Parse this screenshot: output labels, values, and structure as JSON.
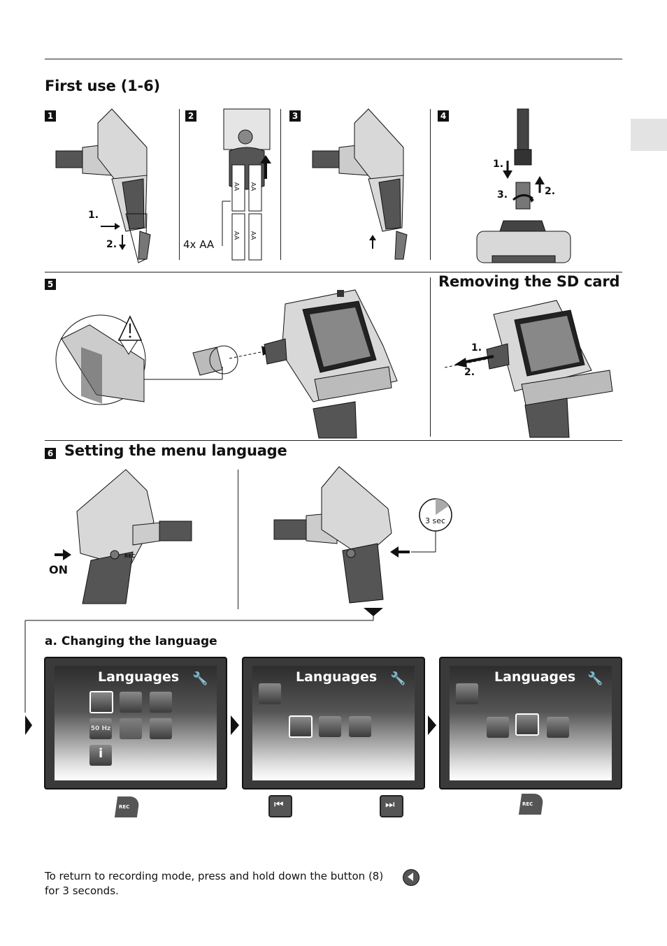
{
  "header": {
    "title": "First use (1-6)"
  },
  "steps": {
    "s1": {
      "num": "1",
      "label_1": "1.",
      "label_2": "2."
    },
    "s2": {
      "num": "2",
      "battery_count": "4x AA",
      "battery_text": "AA"
    },
    "s3": {
      "num": "3"
    },
    "s4": {
      "num": "4",
      "label_1": "1.",
      "label_2": "2.",
      "label_3": "3."
    },
    "s5": {
      "num": "5"
    },
    "sd_removal": {
      "title": "Removing the SD card",
      "label_1": "1.",
      "label_2": "2."
    },
    "s6": {
      "num": "6",
      "title": "Setting the menu language",
      "on_label": "ON",
      "timer_label": "3 sec",
      "rec_label": "REC"
    }
  },
  "changing": {
    "heading": "a. Changing the language",
    "screens": [
      {
        "title": "Languages",
        "hz_label": "50 Hz"
      },
      {
        "title": "Languages"
      },
      {
        "title": "Languages"
      }
    ],
    "rec_label": "REC"
  },
  "footer": {
    "line1": "To return to recording mode, press and hold down the button (8)",
    "line2": "for 3 seconds."
  },
  "colors": {
    "tab": "#e3e3e3",
    "body_grey": "#d8d8d8",
    "dark": "#3a3a3a"
  }
}
